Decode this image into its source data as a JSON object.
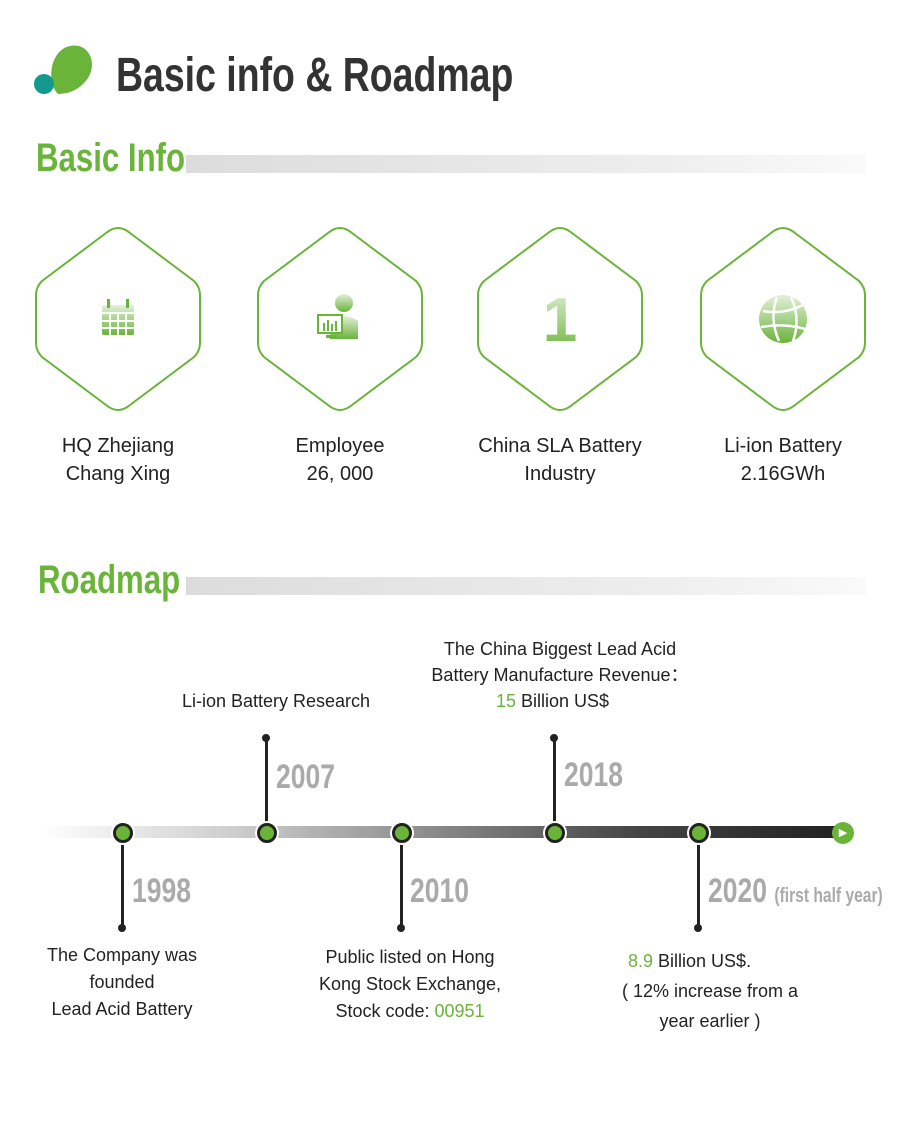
{
  "header": {
    "title": "Basic info & Roadmap"
  },
  "basic_info": {
    "title": "Basic Info",
    "items": [
      {
        "icon": "calendar-icon",
        "line1": "HQ Zhejiang",
        "line2": "Chang Xing"
      },
      {
        "icon": "employee-icon",
        "line1": "Employee",
        "line2": "26, 000"
      },
      {
        "icon": "number-one-icon",
        "glyph": "1",
        "line1": "China SLA Battery",
        "line2": "Industry"
      },
      {
        "icon": "globe-icon",
        "line1": "Li-ion Battery",
        "line2": "2.16GWh"
      }
    ]
  },
  "roadmap": {
    "title": "Roadmap",
    "events": [
      {
        "year": "1998",
        "lines": [
          "The Company was",
          "founded",
          "Lead Acid Battery"
        ]
      },
      {
        "year": "2007",
        "lines": [
          "Li-ion Battery Research"
        ]
      },
      {
        "year": "2010",
        "lines": [
          "Public listed on Hong",
          "Kong Stock Exchange,"
        ],
        "code_prefix": "Stock code: ",
        "code": "00951"
      },
      {
        "year": "2018",
        "lines": [
          "The China Biggest Lead Acid",
          "Battery Manufacture Revenue："
        ],
        "value": "15",
        "value_suffix": " Billion US$"
      },
      {
        "year": "2020",
        "year_note": "(first half year)",
        "value": "8.9",
        "value_suffix": " Billion US$.",
        "lines": [
          "( 12%  increase from a",
          "year earlier )"
        ]
      }
    ]
  },
  "colors": {
    "accent": "#6ab43a",
    "teal": "#14998f",
    "dark": "#222222"
  }
}
